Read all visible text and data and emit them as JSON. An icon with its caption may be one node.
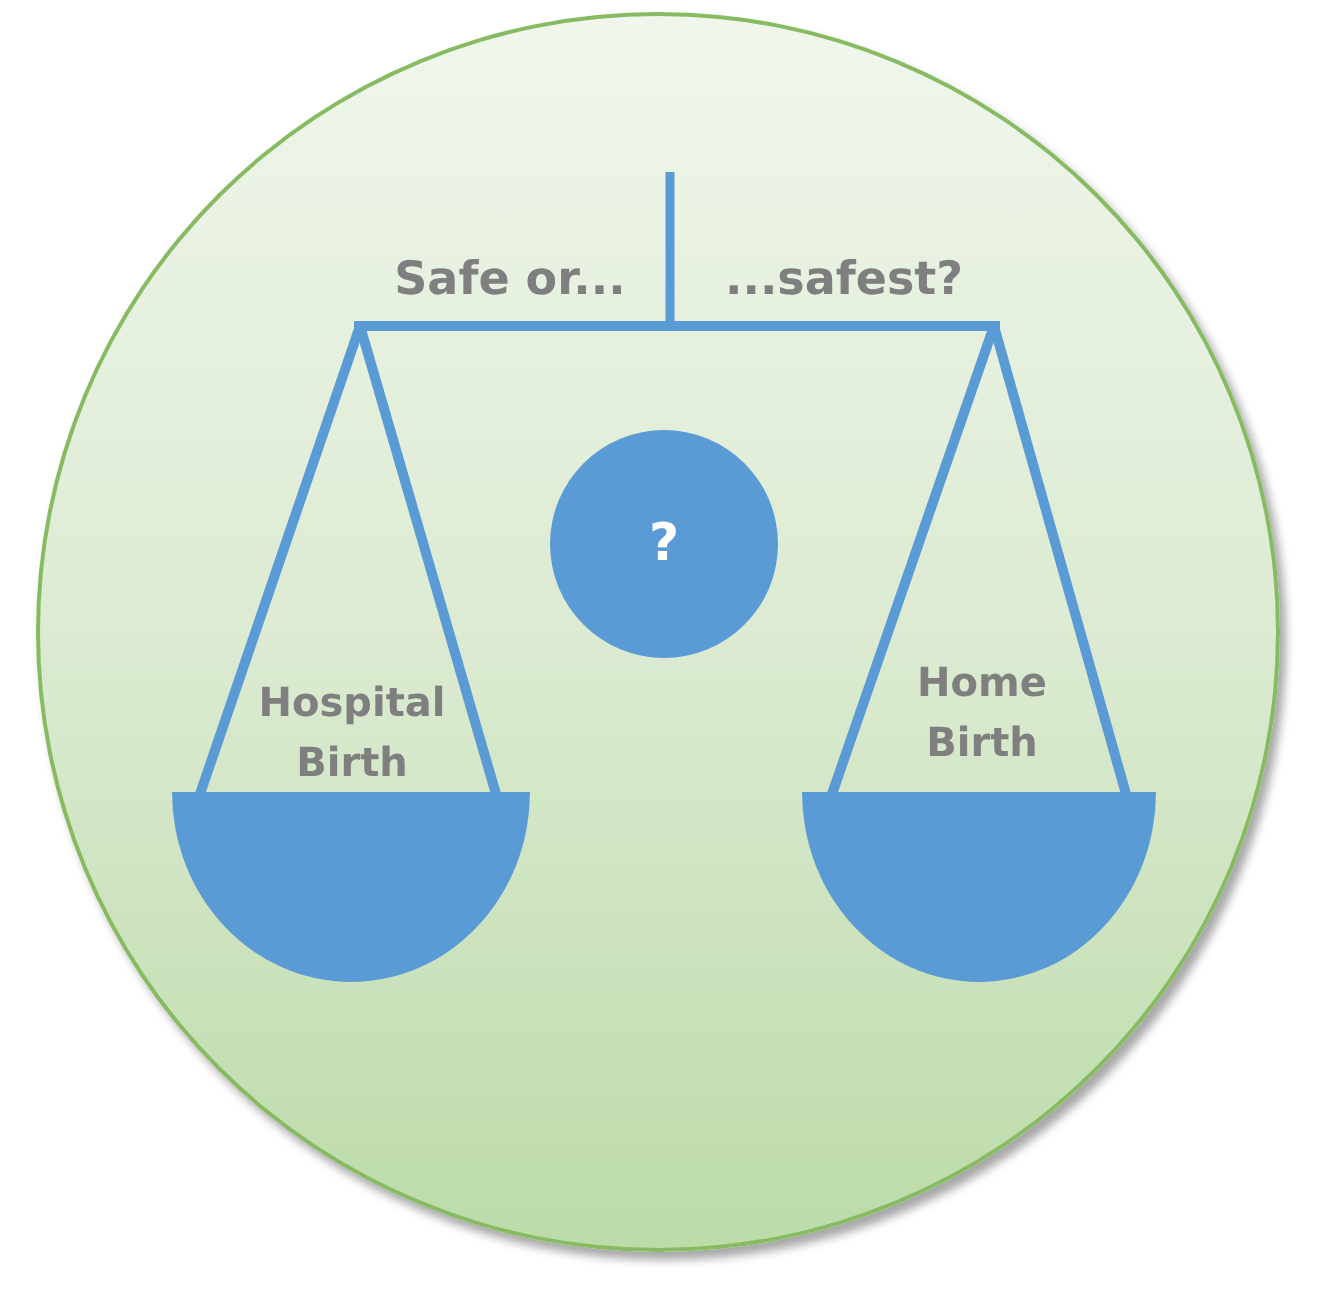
{
  "diagram": {
    "nodes": [
      {
        "text": [],
        "shape": "circle"
      },
      {
        "text": [
          "?"
        ],
        "in": 0
      },
      {
        "text": [],
        "shape": "bowl",
        "in": 0,
        "beside": [
          "Hospital Birth"
        ]
      },
      {
        "text": [],
        "shape": "bowl",
        "in": 0,
        "beside": [
          "Home Birth"
        ]
      }
    ],
    "labels": [
      "Safe or...",
      "...safest?"
    ]
  }
}
